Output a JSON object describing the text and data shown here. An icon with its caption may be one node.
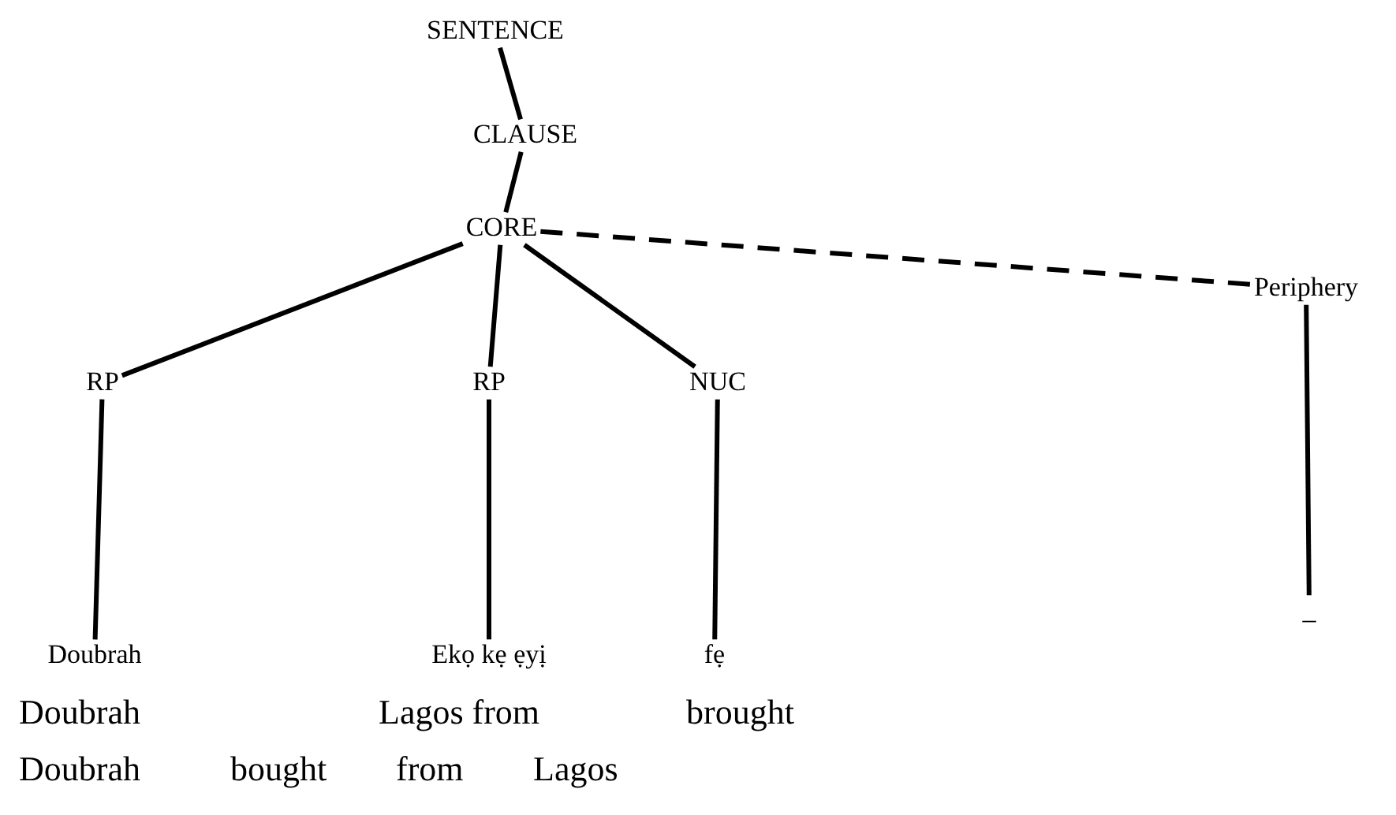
{
  "diagram": {
    "nodes": [
      {
        "text": [
          "SENTENCE"
        ]
      },
      {
        "text": [
          "CLAUSE"
        ]
      },
      {
        "text": [
          "CORE"
        ]
      },
      {
        "text": [
          "Periphery"
        ]
      },
      {
        "text": [
          "RP"
        ]
      },
      {
        "text": [
          "RP"
        ]
      },
      {
        "text": [
          "NUC"
        ]
      },
      {
        "text": [
          "Doubrah"
        ]
      },
      {
        "text": [
          "Ekọ kẹ ẹyị"
        ]
      },
      {
        "text": [
          "fẹ"
        ]
      },
      {
        "text": [
          "_"
        ]
      }
    ],
    "edges": [
      {
        "from": 0,
        "to": 1,
        "arrow": "none"
      },
      {
        "from": 1,
        "to": 2,
        "arrow": "none"
      },
      {
        "from": 2,
        "to": 3,
        "arrow": "none",
        "style": "dashed"
      },
      {
        "from": 2,
        "to": 4,
        "arrow": "none"
      },
      {
        "from": 2,
        "to": 5,
        "arrow": "none"
      },
      {
        "from": 2,
        "to": 6,
        "arrow": "none"
      },
      {
        "from": 4,
        "to": 7,
        "arrow": "none"
      },
      {
        "from": 5,
        "to": 8,
        "arrow": "none"
      },
      {
        "from": 6,
        "to": 9,
        "arrow": "none"
      },
      {
        "from": 3,
        "to": 10,
        "arrow": "none"
      }
    ],
    "labels": [
      "Doubrah",
      "Lagos from",
      "brought",
      "Doubrah",
      "bought",
      "from",
      "Lagos"
    ]
  }
}
